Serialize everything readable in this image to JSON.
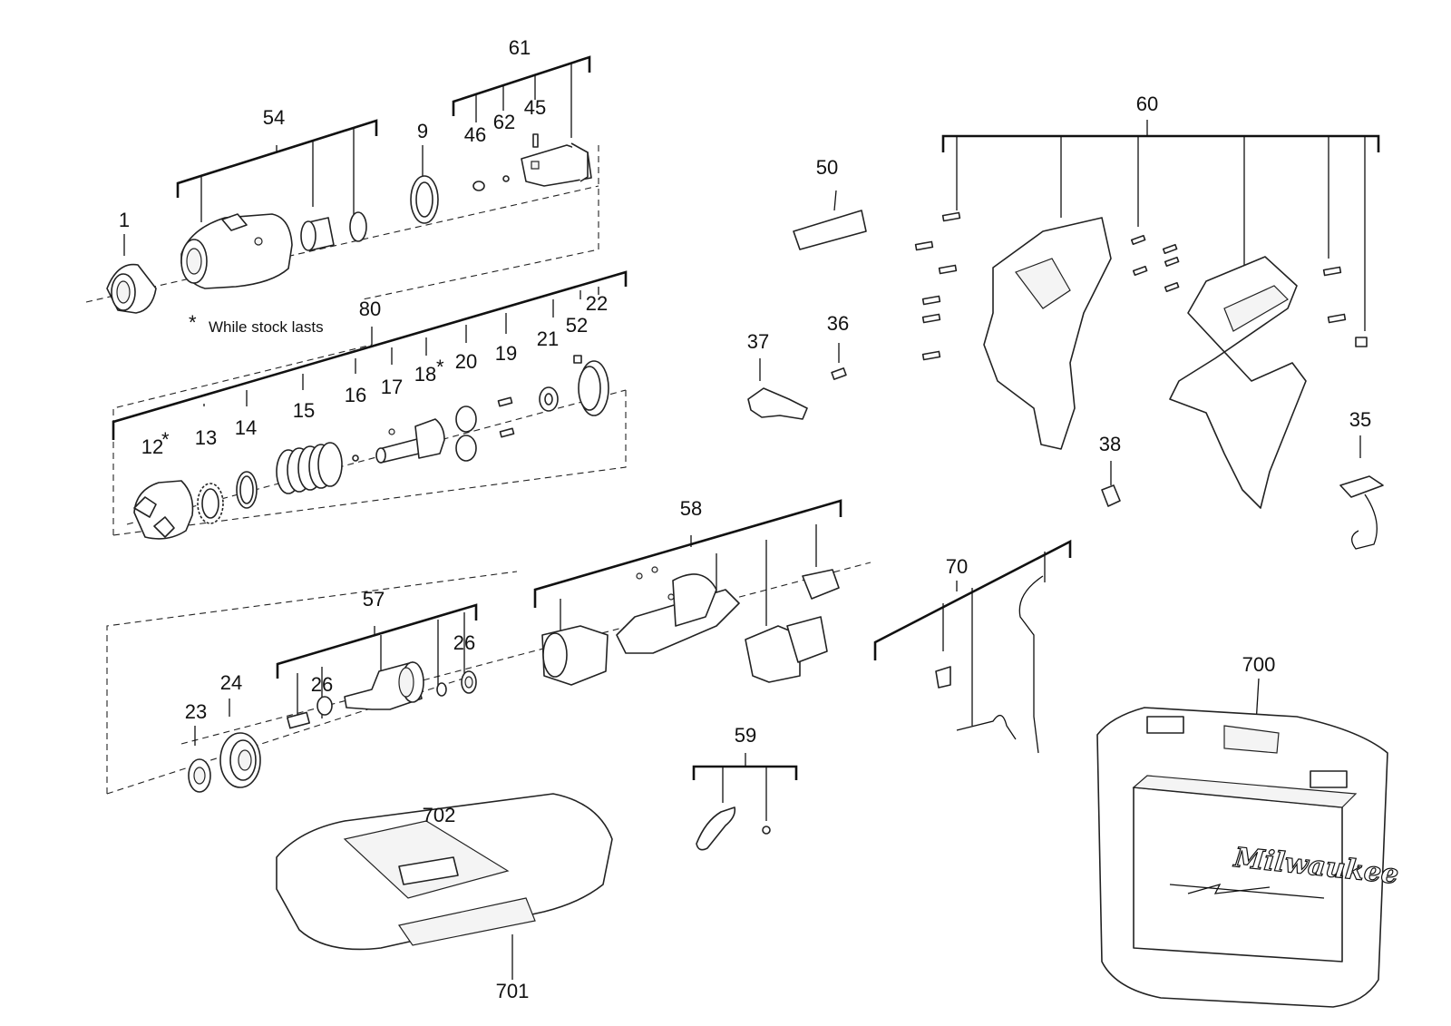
{
  "note": "While stock lasts",
  "note_mark": "*",
  "brand_logo": "Milwaukee",
  "labels": {
    "p1": "1",
    "p9": "9",
    "p12": "12",
    "p13": "13",
    "p14": "14",
    "p15": "15",
    "p16": "16",
    "p17": "17",
    "p18": "18",
    "p19": "19",
    "p20": "20",
    "p21": "21",
    "p22": "22",
    "p23": "23",
    "p24": "24",
    "p26a": "26",
    "p26b": "26",
    "p35": "35",
    "p36": "36",
    "p37": "37",
    "p38": "38",
    "p45": "45",
    "p46": "46",
    "p50": "50",
    "p52": "52",
    "p54": "54",
    "p57": "57",
    "p58": "58",
    "p59": "59",
    "p60": "60",
    "p61": "61",
    "p62": "62",
    "p70": "70",
    "p80": "80",
    "p700": "700",
    "p701": "701",
    "p702": "702"
  },
  "starred": [
    "p12",
    "p18"
  ]
}
